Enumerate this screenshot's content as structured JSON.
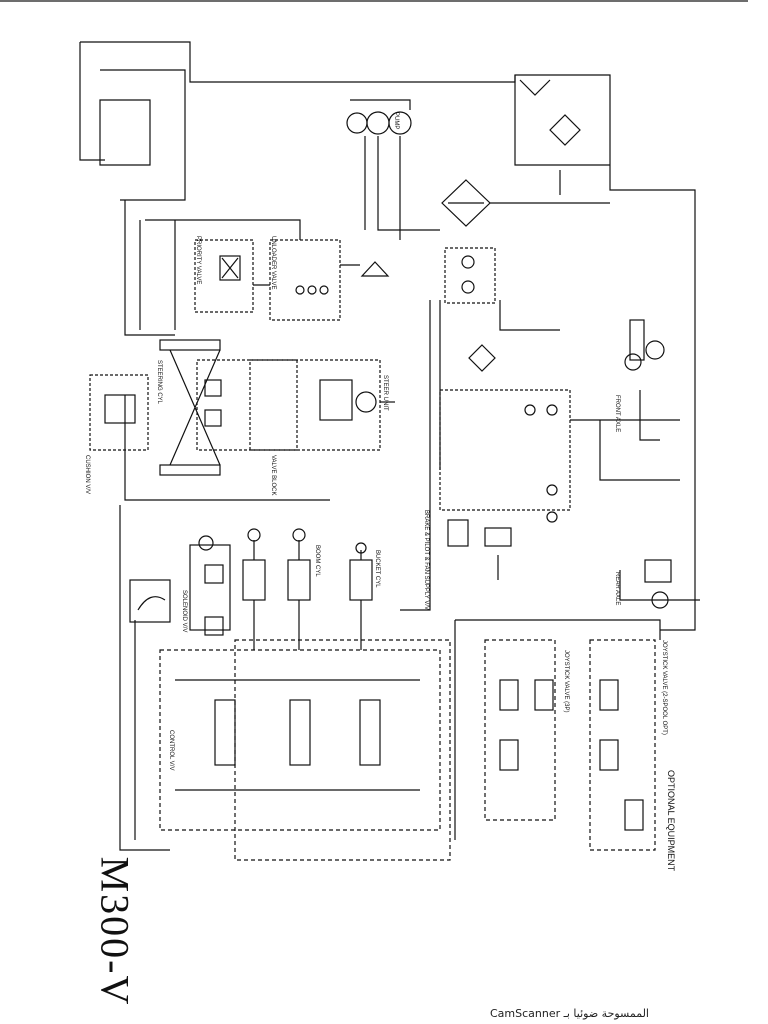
{
  "drawing": {
    "model": "M300-V",
    "title_side": "OPTIONAL EQUIPMENT",
    "labels": {
      "pump": "PUMP",
      "priority_valve": "PRIORITY VALVE",
      "unloader_valve": "UNLOADER VALVE",
      "steering_cyl": "STEERING CYL",
      "cushion_valve": "CUSHION V/V",
      "valve_block": "VALVE BLOCK",
      "steer_unit": "STEER UNIT",
      "boom_cyl": "BOOM CYL",
      "bucket_cyl": "BUCKET CYL",
      "solenoid_valve": "SOLENOID V/V",
      "control_valve": "CONTROL V/V",
      "joystick_valve": "JOYSTICK VALVE (3P)",
      "joystick_valve_2": "JOYSTICK VALVE (2-SPOOL OPT)",
      "brake_pilot": "BRAKE & PILOT & FAN SUPPLY V/V",
      "rear_axle": "REAR AXLE",
      "front_axle": "FRONT AXLE"
    }
  },
  "watermark": {
    "text": "CamScanner الممسوحة ضوئيا بـ"
  },
  "colors": {
    "ink": "#111111",
    "rule": "#6d6d6d",
    "paper": "#ffffff"
  }
}
